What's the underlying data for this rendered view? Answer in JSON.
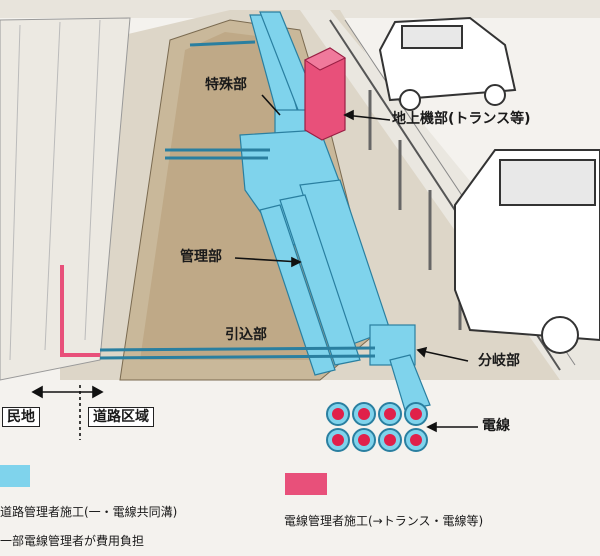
{
  "labels": {
    "special": "特殊部",
    "above_ground": "地上機部(トランス等)",
    "management": "管理部",
    "lead_in": "引込部",
    "branch": "分岐部",
    "cable": "電線",
    "private_land": "民地",
    "road_area": "道路区域"
  },
  "legend": {
    "road_admin": "道路管理者施工(一・電線共同溝)",
    "cable_admin": "電線管理者施工(→トランス・電線等)",
    "note": "一部電線管理者が費用負担"
  },
  "colors": {
    "conduit": "#7fd3ec",
    "transformer": "#e8507a",
    "cable": "#e0204a"
  }
}
